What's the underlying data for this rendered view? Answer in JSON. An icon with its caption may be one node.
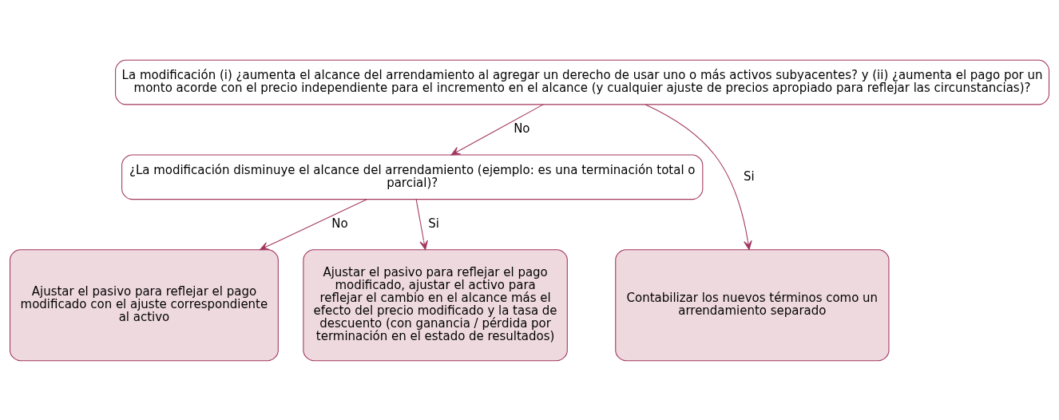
{
  "diagram": {
    "nodes": [
      {
        "text": [
          "La modificación (i) ¿aumenta el alcance del arrendamiento al agregar un derecho de usar uno o más activos subyacentes? y (ii) ¿aumenta el pago por un monto acorde con el precio independiente para el incremento en el alcance (y cualquier ajuste de precios apropiado para reflejar las circunstancias)?"
        ]
      },
      {
        "text": [
          "¿La modificación disminuye el alcance del arrendamiento (ejemplo: es una terminación total o parcial)?"
        ]
      },
      {
        "text": [
          "Contabilizar los nuevos términos como un arrendamiento separado"
        ]
      },
      {
        "text": [
          "Ajustar el pasivo para reflejar el pago modificado con el ajuste correspondiente al activo"
        ]
      },
      {
        "text": [
          "Ajustar el pasivo para reflejar el pago modificado, ajustar el activo para reflejar el cambio en el alcance más el efecto del precio modificado y la tasa de descuento (con ganancia / pérdida por terminación en el estado de resultados)"
        ]
      }
    ],
    "edges": [
      {
        "from": 0,
        "to": 2,
        "arrow": "to",
        "label": "Si"
      },
      {
        "from": 0,
        "to": 1,
        "arrow": "to",
        "label": "No"
      },
      {
        "from": 1,
        "to": 3,
        "arrow": "to",
        "label": "No"
      },
      {
        "from": 1,
        "to": 4,
        "arrow": "to",
        "label": "Si"
      }
    ]
  }
}
